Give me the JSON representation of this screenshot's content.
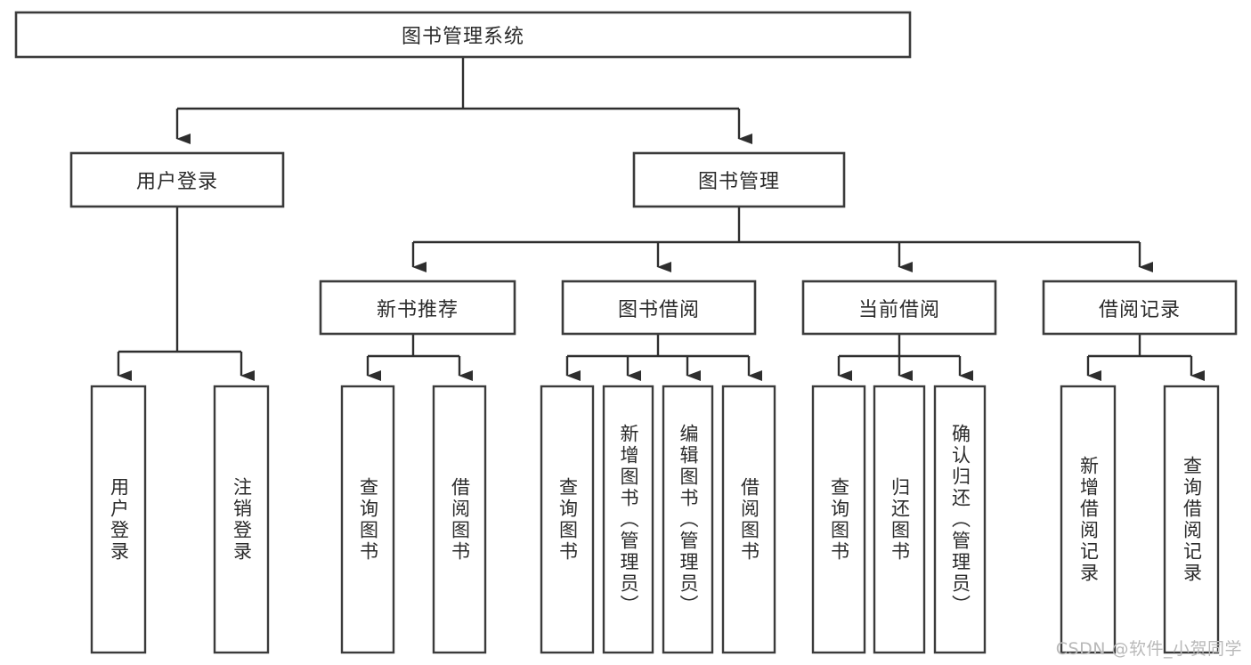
{
  "diagram": {
    "type": "tree",
    "title": "图书管理系统",
    "orientation": "top-down",
    "colors": {
      "box_stroke": "#3b3b3b",
      "box_fill": "#ffffff",
      "edge": "#2e2e2e",
      "text": "#2b2b2b",
      "background": "#ffffff",
      "watermark": "#b9b9b9"
    },
    "levels": [
      {
        "level": 1,
        "nodes": [
          {
            "id": "root",
            "label": "图书管理系统",
            "text_orientation": "horizontal"
          }
        ]
      },
      {
        "level": 2,
        "nodes": [
          {
            "id": "login",
            "label": "用户登录",
            "text_orientation": "horizontal",
            "parent": "root"
          },
          {
            "id": "bookmgmt",
            "label": "图书管理",
            "text_orientation": "horizontal",
            "parent": "root"
          }
        ]
      },
      {
        "level": 3,
        "nodes": [
          {
            "id": "newbook",
            "label": "新书推荐",
            "text_orientation": "horizontal",
            "parent": "bookmgmt"
          },
          {
            "id": "borrow",
            "label": "图书借阅",
            "text_orientation": "horizontal",
            "parent": "bookmgmt"
          },
          {
            "id": "current",
            "label": "当前借阅",
            "text_orientation": "horizontal",
            "parent": "bookmgmt"
          },
          {
            "id": "records",
            "label": "借阅记录",
            "text_orientation": "horizontal",
            "parent": "bookmgmt"
          }
        ]
      },
      {
        "level": 4,
        "nodes": [
          {
            "id": "leaf1",
            "label": "用户登录",
            "text_orientation": "vertical",
            "parent": "login"
          },
          {
            "id": "leaf2",
            "label": "注销登录",
            "text_orientation": "vertical",
            "parent": "login"
          },
          {
            "id": "leaf3",
            "label": "查询图书",
            "text_orientation": "vertical",
            "parent": "newbook"
          },
          {
            "id": "leaf4",
            "label": "借阅图书",
            "text_orientation": "vertical",
            "parent": "newbook"
          },
          {
            "id": "leaf5",
            "label": "查询图书",
            "text_orientation": "vertical",
            "parent": "borrow"
          },
          {
            "id": "leaf6",
            "label": "新增图书（管理员）",
            "text_orientation": "vertical",
            "parent": "borrow"
          },
          {
            "id": "leaf7",
            "label": "编辑图书（管理员）",
            "text_orientation": "vertical",
            "parent": "borrow"
          },
          {
            "id": "leaf8",
            "label": "借阅图书",
            "text_orientation": "vertical",
            "parent": "borrow"
          },
          {
            "id": "leaf9",
            "label": "查询图书",
            "text_orientation": "vertical",
            "parent": "current"
          },
          {
            "id": "leaf10",
            "label": "归还图书",
            "text_orientation": "vertical",
            "parent": "current"
          },
          {
            "id": "leaf11",
            "label": "确认归还（管理员）",
            "text_orientation": "vertical",
            "parent": "current"
          },
          {
            "id": "leaf12",
            "label": "新增借阅记录",
            "text_orientation": "vertical",
            "parent": "records"
          },
          {
            "id": "leaf13",
            "label": "查询借阅记录",
            "text_orientation": "vertical",
            "parent": "records"
          }
        ]
      }
    ]
  },
  "watermark": {
    "text": "CSDN @软件_小贺同学"
  }
}
